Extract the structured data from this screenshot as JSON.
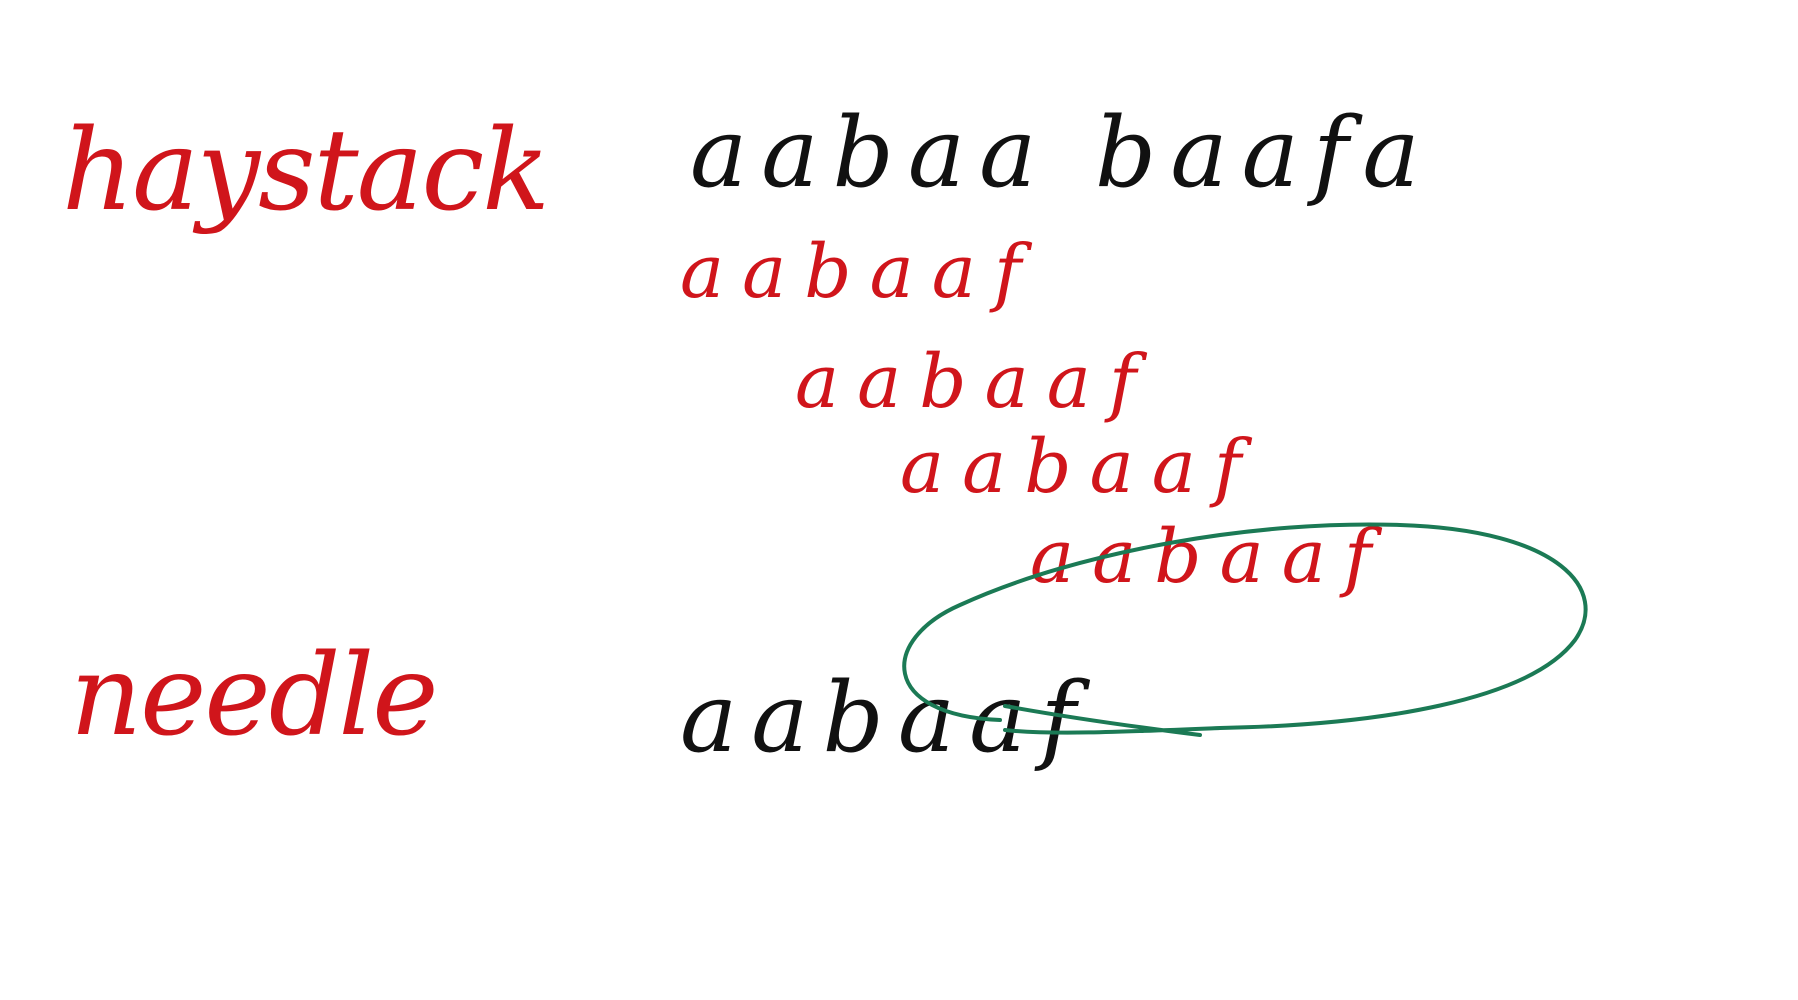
{
  "labels": {
    "haystack": "haystack",
    "needle": "needle"
  },
  "haystack_string": "aabaa baafa",
  "attempts": [
    "aabaaf",
    "aabaaf",
    "aabaaf",
    "aabaaf"
  ],
  "needle_string": "aabaaf",
  "colors": {
    "ink_black": "#111111",
    "ink_red": "#d0151b",
    "highlight_green": "#1b7a55",
    "background": "#ffffff"
  }
}
